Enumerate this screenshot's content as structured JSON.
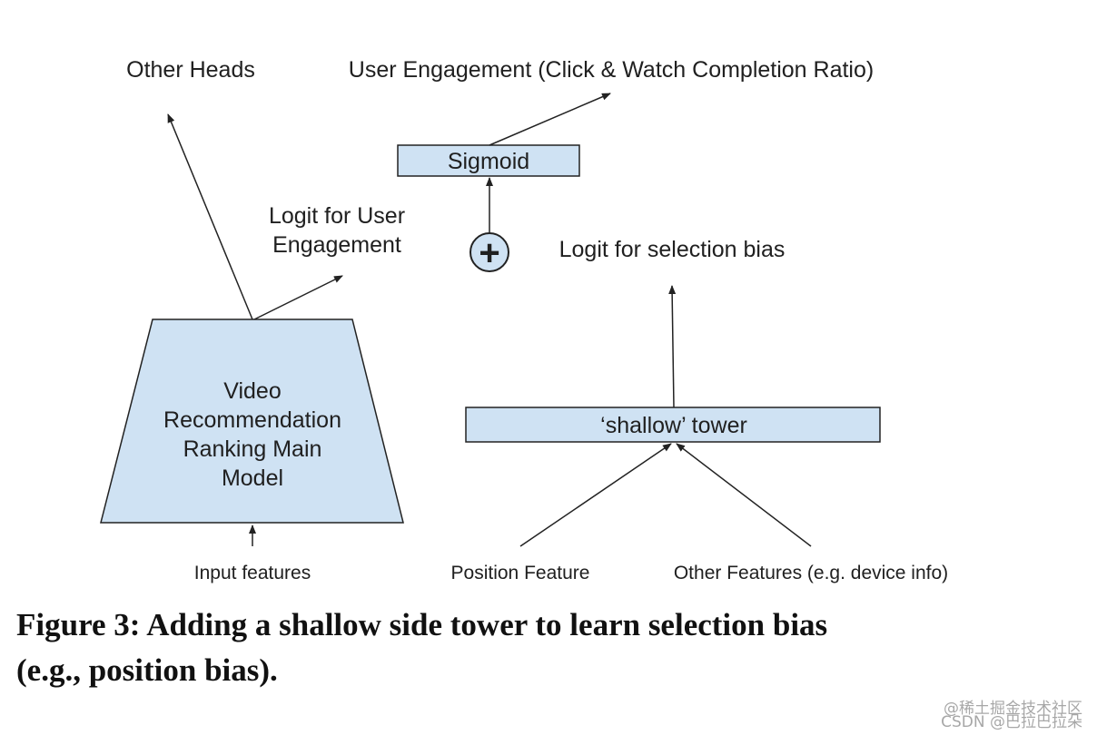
{
  "labels": {
    "other_heads": "Other Heads",
    "user_engagement": "User Engagement (Click & Watch Completion Ratio)",
    "sigmoid": "Sigmoid",
    "logit_user_line1": "Logit for User",
    "logit_user_line2": "Engagement",
    "logit_selection": "Logit for selection bias",
    "main_model_line1": "Video",
    "main_model_line2": "Recommendation",
    "main_model_line3": "Ranking Main",
    "main_model_line4": "Model",
    "shallow_tower": "‘shallow’ tower",
    "input_features": "Input features",
    "position_feature": "Position Feature",
    "other_features": "Other Features (e.g. device info)",
    "plus_symbol": "+"
  },
  "caption": {
    "line1": "Figure 3: Adding a shallow side tower to learn selection bias",
    "line2": "(e.g., position bias)."
  },
  "watermark": {
    "line1": "@稀土掘金技术社区",
    "line2": "CSDN @巴拉巴拉朵"
  },
  "colors": {
    "box_fill": "#cfe2f3",
    "stroke": "#222222",
    "text": "#202020"
  }
}
